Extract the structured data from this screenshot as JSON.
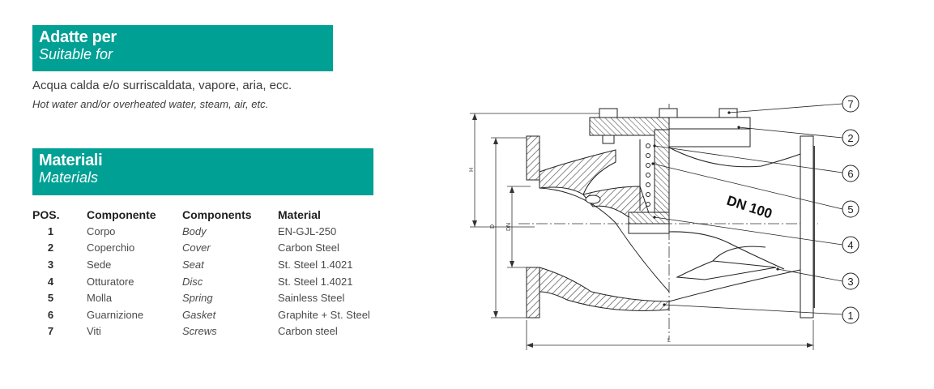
{
  "suitable": {
    "heading_it": "Adatte per",
    "heading_en": "Suitable for",
    "text_it": "Acqua calda e/o surriscaldata, vapore, aria, ecc.",
    "text_en": "Hot water and/or overheated water, steam, air, etc."
  },
  "materials": {
    "heading_it": "Materiali",
    "heading_en": "Materials",
    "columns": [
      "POS.",
      "Componente",
      "Components",
      "Material"
    ],
    "rows": [
      {
        "pos": "1",
        "componente": "Corpo",
        "component": "Body",
        "material": "EN-GJL-250"
      },
      {
        "pos": "2",
        "componente": "Coperchio",
        "component": "Cover",
        "material": "Carbon Steel"
      },
      {
        "pos": "3",
        "componente": "Sede",
        "component": "Seat",
        "material": "St. Steel 1.4021"
      },
      {
        "pos": "4",
        "componente": "Otturatore",
        "component": "Disc",
        "material": "St. Steel 1.4021"
      },
      {
        "pos": "5",
        "componente": "Molla",
        "component": "Spring",
        "material": "Sainless Steel"
      },
      {
        "pos": "6",
        "componente": "Guarnizione",
        "component": "Gasket",
        "material": "Graphite + St. Steel"
      },
      {
        "pos": "7",
        "componente": "Viti",
        "component": "Screws",
        "material": "Carbon steel"
      }
    ]
  },
  "drawing": {
    "size_label": "DN 100",
    "dimensions": {
      "h": "H",
      "d": "D",
      "dn": "DN",
      "l": "L"
    },
    "callouts": [
      "7",
      "2",
      "6",
      "5",
      "4",
      "3",
      "1"
    ]
  },
  "colors": {
    "accent": "#00a094",
    "hatch": "#6b6b6b",
    "ink": "#2b2b2b"
  }
}
